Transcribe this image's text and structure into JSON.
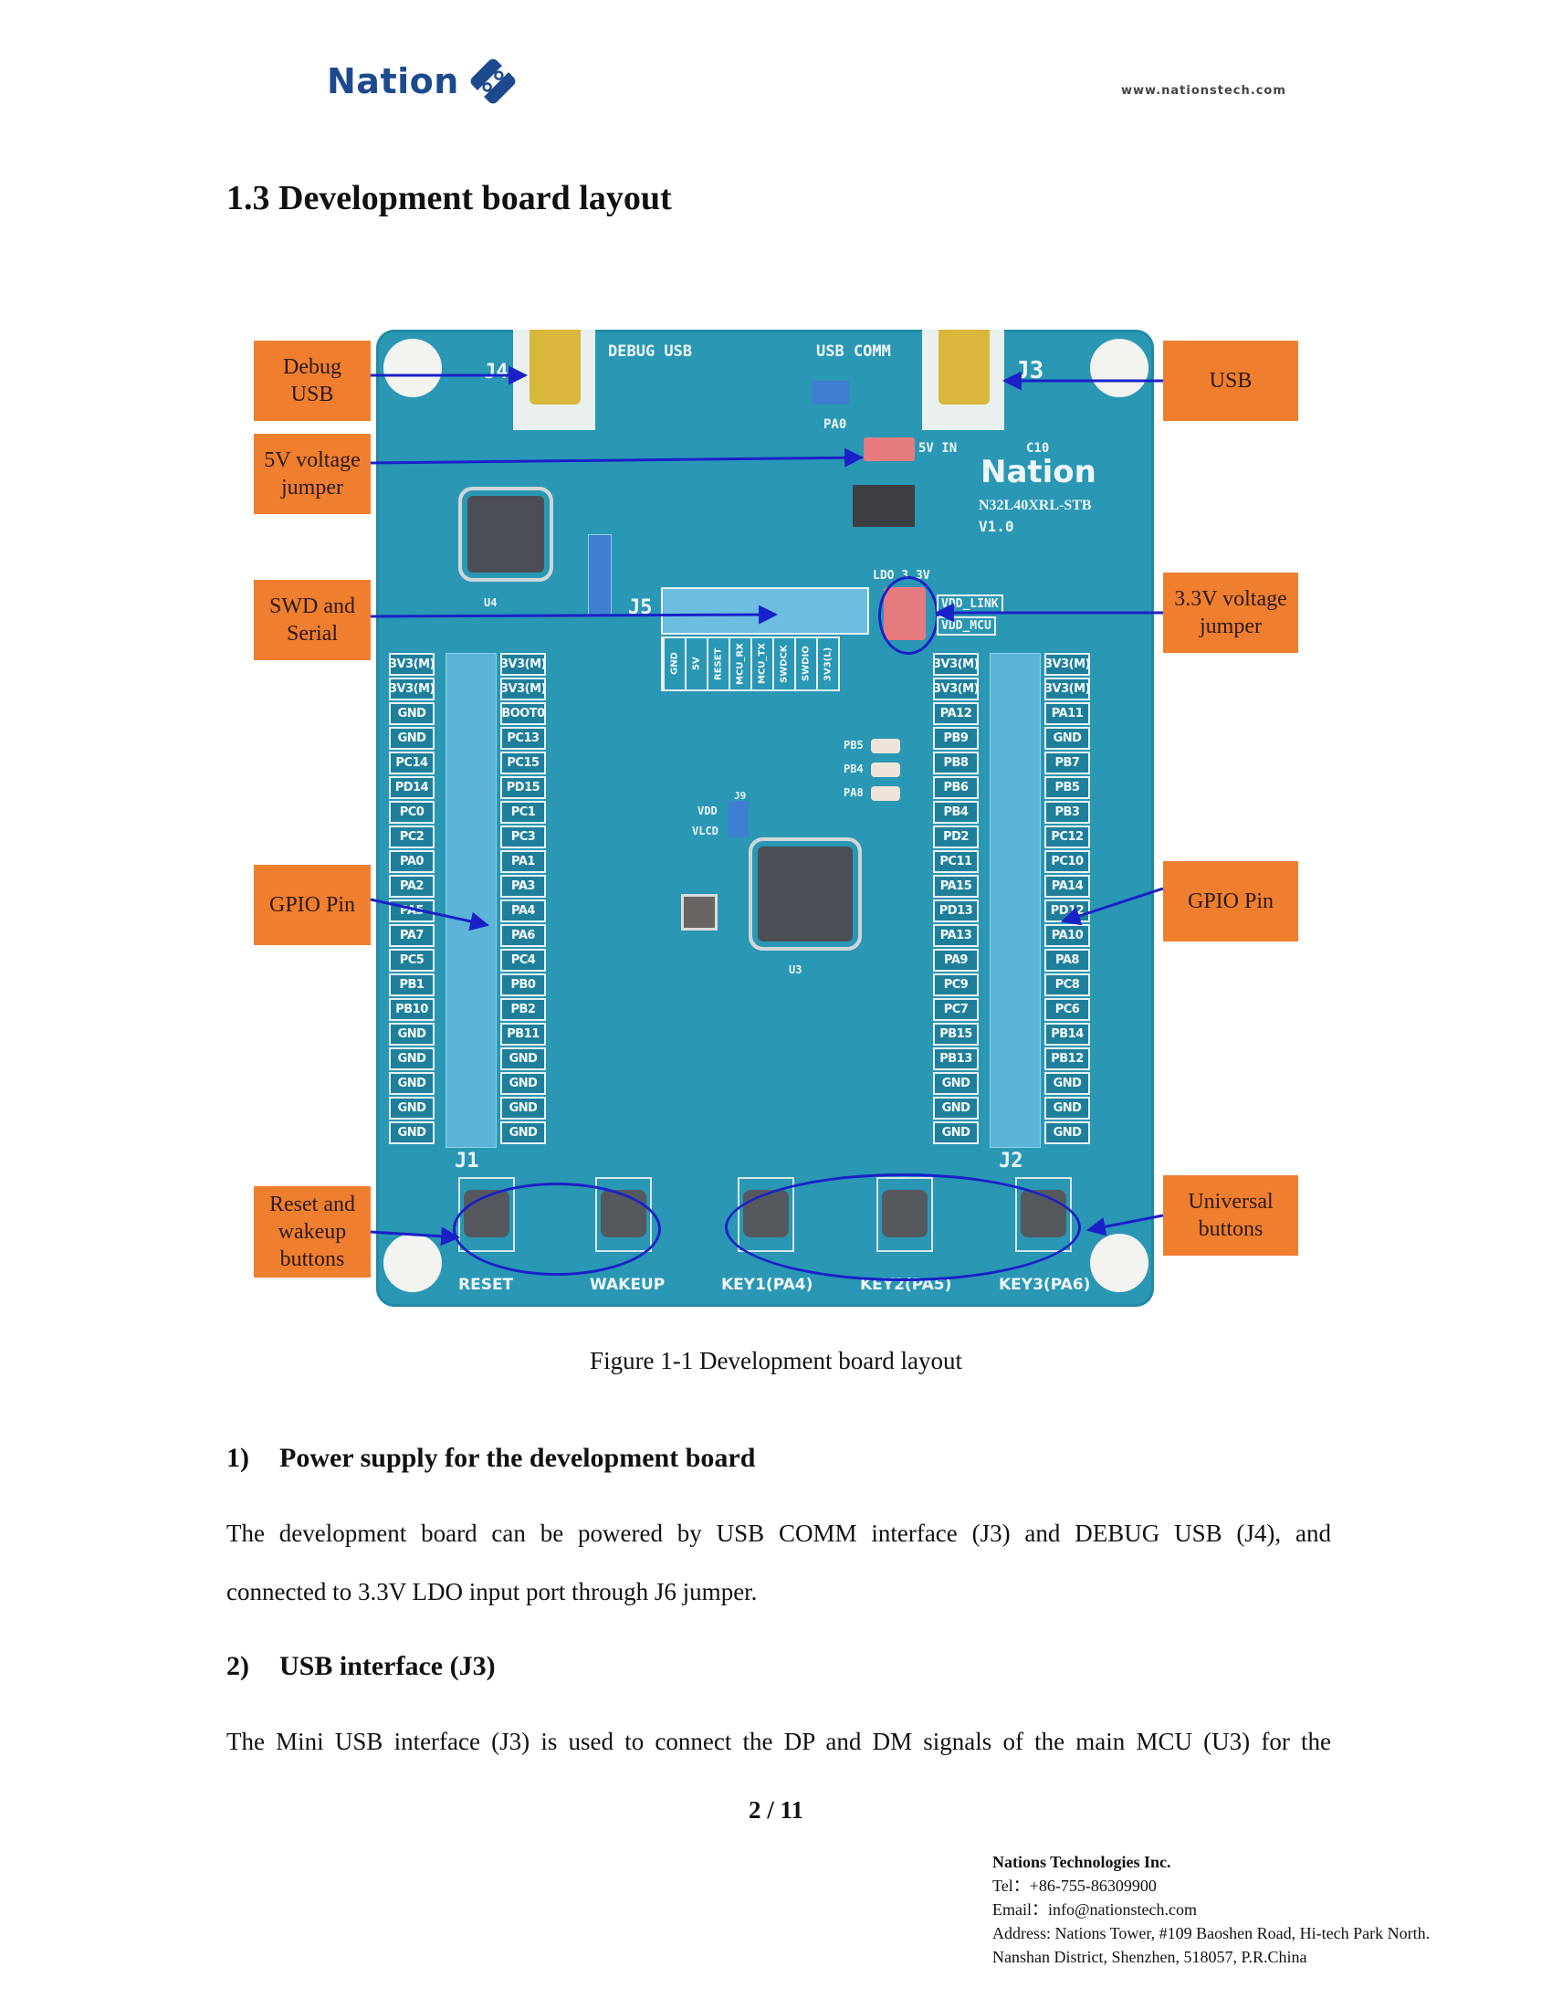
{
  "header": {
    "logo_text": "Nation",
    "logo_icon": "nation-diamond-logo-icon",
    "website": "www.nationstech.com"
  },
  "section_title": "1.3 Development board layout",
  "figure": {
    "callouts": {
      "debug_usb": [
        "Debug",
        "USB"
      ],
      "v5_jumper": [
        "5V voltage",
        "jumper"
      ],
      "swd_serial": [
        "SWD and",
        "Serial"
      ],
      "gpio_left": [
        "GPIO Pin"
      ],
      "reset_wakeup": [
        "Reset and",
        "wakeup",
        "buttons"
      ],
      "usb": [
        "USB"
      ],
      "v33_jumper": [
        "3.3V voltage",
        "jumper"
      ],
      "gpio_right": [
        "GPIO Pin"
      ],
      "universal": [
        "Universal",
        "buttons"
      ]
    },
    "board": {
      "silk_debug_usb": "DEBUG USB",
      "silk_usb_comm": "USB COMM",
      "silk_j4": "J4",
      "silk_j3": "J3",
      "silk_5v_in": "5V IN",
      "silk_pa0": "PA0",
      "silk_c10": "C10",
      "brand": "Nation",
      "model": "N32L40XRL-STB",
      "version": "V1.0",
      "silk_ldo": "LDO 3.3V",
      "silk_vdd_link": "VDD_LINK",
      "silk_vdd_mcu": "VDD_MCU",
      "silk_j5": "J5",
      "silk_j1": "J1",
      "silk_j2": "J2",
      "silk_u3": "U3",
      "silk_u4": "U4",
      "silk_j9": "J9",
      "silk_vdd": "VDD",
      "silk_vlcd": "VLCD",
      "leds": [
        "PB5",
        "PB4",
        "PA8"
      ],
      "swd_pins": [
        "GND",
        "5V",
        "RESET",
        "MCU_RX",
        "MCU_TX",
        "SWDCK",
        "SWDIO",
        "3V3(L)"
      ],
      "j1_left": [
        "3V3(M)",
        "3V3(M)",
        "GND",
        "GND",
        "PC14",
        "PD14",
        "PC0",
        "PC2",
        "PA0",
        "PA2",
        "PA5",
        "PA7",
        "PC5",
        "PB1",
        "PB10",
        "GND",
        "GND",
        "GND",
        "GND",
        "GND"
      ],
      "j1_right": [
        "3V3(M)",
        "3V3(M)",
        "BOOT0",
        "PC13",
        "PC15",
        "PD15",
        "PC1",
        "PC3",
        "PA1",
        "PA3",
        "PA4",
        "PA6",
        "PC4",
        "PB0",
        "PB2",
        "PB11",
        "GND",
        "GND",
        "GND",
        "GND"
      ],
      "j2_left": [
        "3V3(M)",
        "3V3(M)",
        "PA12",
        "PB9",
        "PB8",
        "PB6",
        "PB4",
        "PD2",
        "PC11",
        "PA15",
        "PD13",
        "PA13",
        "PA9",
        "PC9",
        "PC7",
        "PB15",
        "PB13",
        "GND",
        "GND",
        "GND"
      ],
      "j2_right": [
        "3V3(M)",
        "3V3(M)",
        "PA11",
        "GND",
        "PB7",
        "PB5",
        "PB3",
        "PC12",
        "PC10",
        "PA14",
        "PD12",
        "PA10",
        "PA8",
        "PC8",
        "PC6",
        "PB14",
        "PB12",
        "GND",
        "GND",
        "GND"
      ],
      "buttons": [
        "RESET",
        "WAKEUP",
        "KEY1(PA4)",
        "KEY2(PA5)",
        "KEY3(PA6)"
      ]
    },
    "caption": "Figure 1-1 Development board layout"
  },
  "sections": [
    {
      "heading_num": "1)",
      "heading": "Power supply for the development board",
      "paragraph_lines": [
        "The development board can be powered by USB COMM interface (J3) and DEBUG USB (J4), and",
        "connected to 3.3V LDO input port through J6 jumper."
      ]
    },
    {
      "heading_num": "2)",
      "heading": "USB interface (J3)",
      "paragraph_lines": [
        "The Mini USB interface (J3) is used to connect the DP and DM signals of the main MCU (U3) for the"
      ]
    }
  ],
  "page_number": "2 / 11",
  "footer": {
    "company": "Nations Technologies Inc.",
    "tel": "Tel：+86-755-86309900",
    "email": "Email：info@nationstech.com",
    "address1": "Address: Nations Tower, #109 Baoshen Road, Hi-tech Park North.",
    "address2": "Nanshan District, Shenzhen, 518057, P.R.China"
  }
}
